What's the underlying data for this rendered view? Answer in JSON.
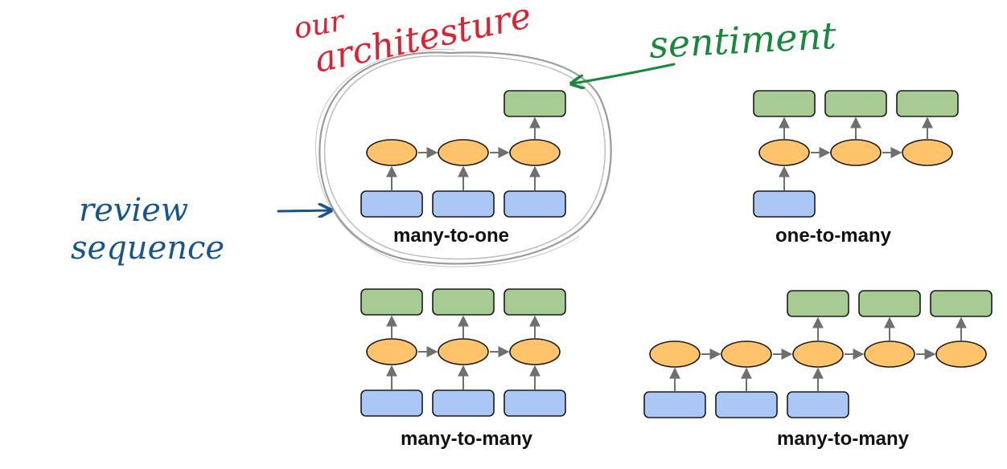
{
  "diagrams": [
    {
      "caption": "many-to-one",
      "inputs": [
        true,
        true,
        true
      ],
      "outputs": [
        false,
        false,
        true
      ]
    },
    {
      "caption": "one-to-many",
      "inputs": [
        true,
        false,
        false
      ],
      "outputs": [
        true,
        true,
        true
      ]
    },
    {
      "caption": "many-to-many",
      "inputs": [
        true,
        true,
        true
      ],
      "outputs": [
        true,
        true,
        true
      ]
    },
    {
      "caption": "many-to-many",
      "inputs": [
        true,
        true,
        true,
        false,
        false
      ],
      "outputs": [
        false,
        false,
        true,
        true,
        true
      ]
    }
  ],
  "annotations": {
    "our_architecture_line1": "our",
    "our_architecture_line2": "architesture",
    "sentiment": "sentiment",
    "review_line1": "review",
    "review_line2": "sequence"
  },
  "colors": {
    "input_fill": "#aac7f5",
    "hidden_fill": "#ffc46b",
    "output_fill": "#a6cc94",
    "stroke": "#1a1a1a",
    "arrow": "#6f6f6f",
    "red_ink": "#e0202e",
    "green_ink": "#168a3a",
    "blue_ink": "#17558f",
    "pencil": "#8a8a8a"
  }
}
